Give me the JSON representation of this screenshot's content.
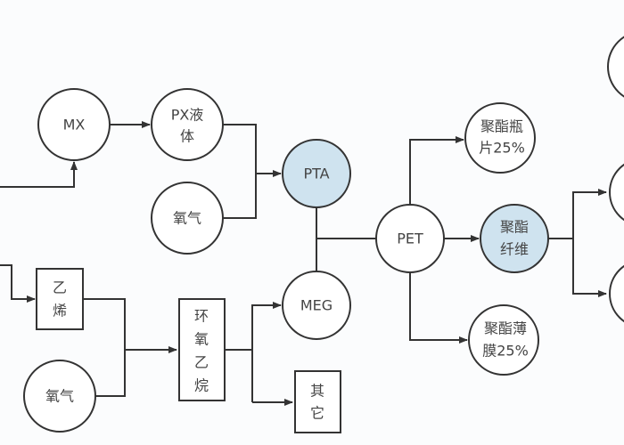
{
  "diagram": {
    "nodes": {
      "mx": "MX",
      "px_1": "PX液",
      "px_2": "体",
      "oxygen_top": "氧气",
      "pta": "PTA",
      "meg": "MEG",
      "pet": "PET",
      "ethylene_1": "乙",
      "ethylene_2": "烯",
      "oxygen_bottom": "氧气",
      "eo_1": "环",
      "eo_2": "氧",
      "eo_3": "乙",
      "eo_4": "烷",
      "other_1": "其",
      "other_2": "它",
      "bottle_1": "聚酯瓶",
      "bottle_2": "片25%",
      "fiber_1": "聚酯",
      "fiber_2": "纤维",
      "film_1": "聚酯薄",
      "film_2": "膜25%"
    },
    "colors": {
      "highlight": "#cfe3ef",
      "line": "#333333"
    }
  }
}
